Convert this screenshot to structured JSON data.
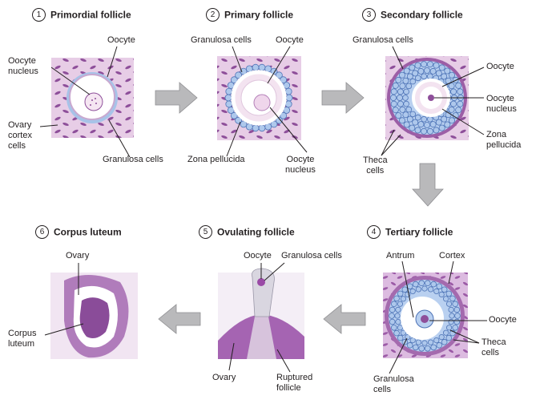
{
  "stages": [
    {
      "num": "1",
      "name": "Primordial follicle"
    },
    {
      "num": "2",
      "name": "Primary follicle"
    },
    {
      "num": "3",
      "name": "Secondary follicle"
    },
    {
      "num": "4",
      "name": "Tertiary follicle"
    },
    {
      "num": "5",
      "name": "Ovulating follicle"
    },
    {
      "num": "6",
      "name": "Corpus luteum"
    }
  ],
  "labels": {
    "s1_oocyte": "Oocyte",
    "s1_oocyte_nucleus": "Oocyte\nnucleus",
    "s1_ovary_cortex": "Ovary\ncortex\ncells",
    "s1_granulosa": "Granulosa cells",
    "s2_granulosa": "Granulosa cells",
    "s2_oocyte": "Oocyte",
    "s2_zona": "Zona pellucida",
    "s2_oocyte_nucleus": "Oocyte\nnucleus",
    "s3_granulosa": "Granulosa cells",
    "s3_oocyte": "Oocyte",
    "s3_oocyte_nucleus": "Oocyte\nnucleus",
    "s3_zona": "Zona\npellucida",
    "s3_theca": "Theca\ncells",
    "s4_antrum": "Antrum",
    "s4_cortex": "Cortex",
    "s4_oocyte": "Oocyte",
    "s4_theca": "Theca\ncells",
    "s4_granulosa": "Granulosa\ncells",
    "s5_oocyte": "Oocyte",
    "s5_granulosa": "Granulosa cells",
    "s5_ovary": "Ovary",
    "s5_ruptured": "Ruptured\nfollicle",
    "s6_ovary": "Ovary",
    "s6_corpus": "Corpus\nluteum"
  },
  "colors": {
    "tissue_bg": "#e7cde6",
    "tissue_cell": "#8e4f9a",
    "granulosa_fill": "#aec8ec",
    "granulosa_stroke": "#4d73b6",
    "arrow": "#b9b9bb",
    "line": "#231f20"
  }
}
